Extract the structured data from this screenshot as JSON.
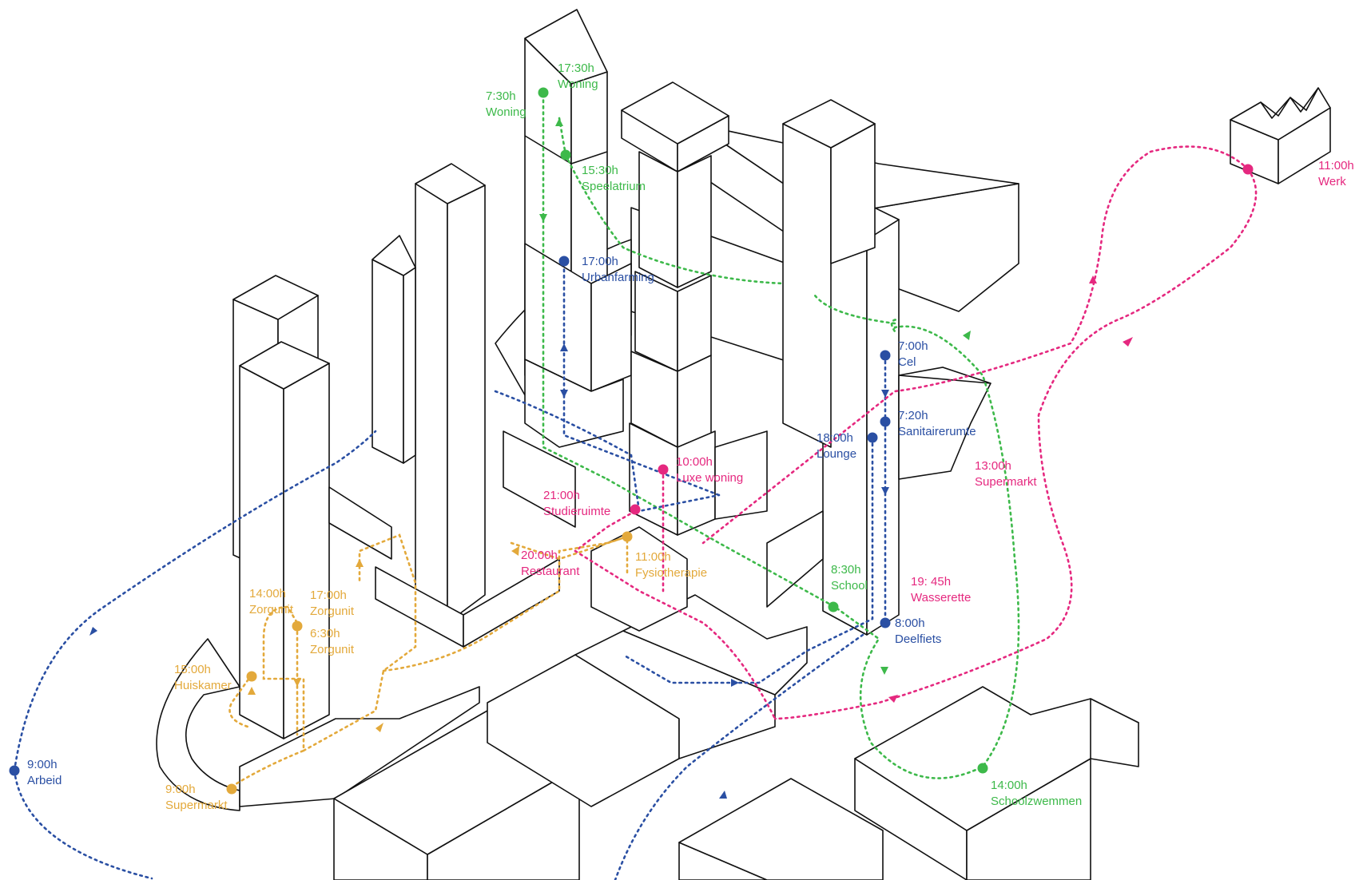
{
  "colors": {
    "green": "#3db94a",
    "blue": "#2a4fa3",
    "pink": "#e5287f",
    "orange": "#e3a93b",
    "building_stroke": "#111111"
  },
  "routes": {
    "green": [
      {
        "time": "7:30h",
        "place": "Woning"
      },
      {
        "time": "17:30h",
        "place": "Woning"
      },
      {
        "time": "15:30h",
        "place": "Speelatrium"
      },
      {
        "time": "8:30h",
        "place": "School"
      },
      {
        "time": "14:00h",
        "place": "Schoolzwemmen"
      }
    ],
    "blue": [
      {
        "time": "17:00h",
        "place": "Urbanfarming"
      },
      {
        "time": "7:00h",
        "place": "Cel"
      },
      {
        "time": "7:20h",
        "place": "Sanitairerumte"
      },
      {
        "time": "18:00h",
        "place": "Lounge"
      },
      {
        "time": "8:00h",
        "place": "Deelfiets"
      },
      {
        "time": "9:00h",
        "place": "Arbeid"
      }
    ],
    "pink": [
      {
        "time": "11:00h",
        "place": "Werk"
      },
      {
        "time": "10:00h",
        "place": "Luxe woning"
      },
      {
        "time": "21:00h",
        "place": "Studieruimte"
      },
      {
        "time": "20:00h",
        "place": "Restaurant"
      },
      {
        "time": "13:00h",
        "place": "Supermarkt"
      },
      {
        "time": "19: 45h",
        "place": "Wasserette"
      }
    ],
    "orange": [
      {
        "time": "11:00h",
        "place": "Fysiotherapie"
      },
      {
        "time": "14:00h",
        "place": "Zorgunit"
      },
      {
        "time": "17:00h",
        "place": "Zorgunit"
      },
      {
        "time": "6:30h",
        "place": "Zorgunit"
      },
      {
        "time": "15:00h",
        "place": "Huiskamer"
      },
      {
        "time": "9:00h",
        "place": "Supermarkt"
      }
    ]
  }
}
